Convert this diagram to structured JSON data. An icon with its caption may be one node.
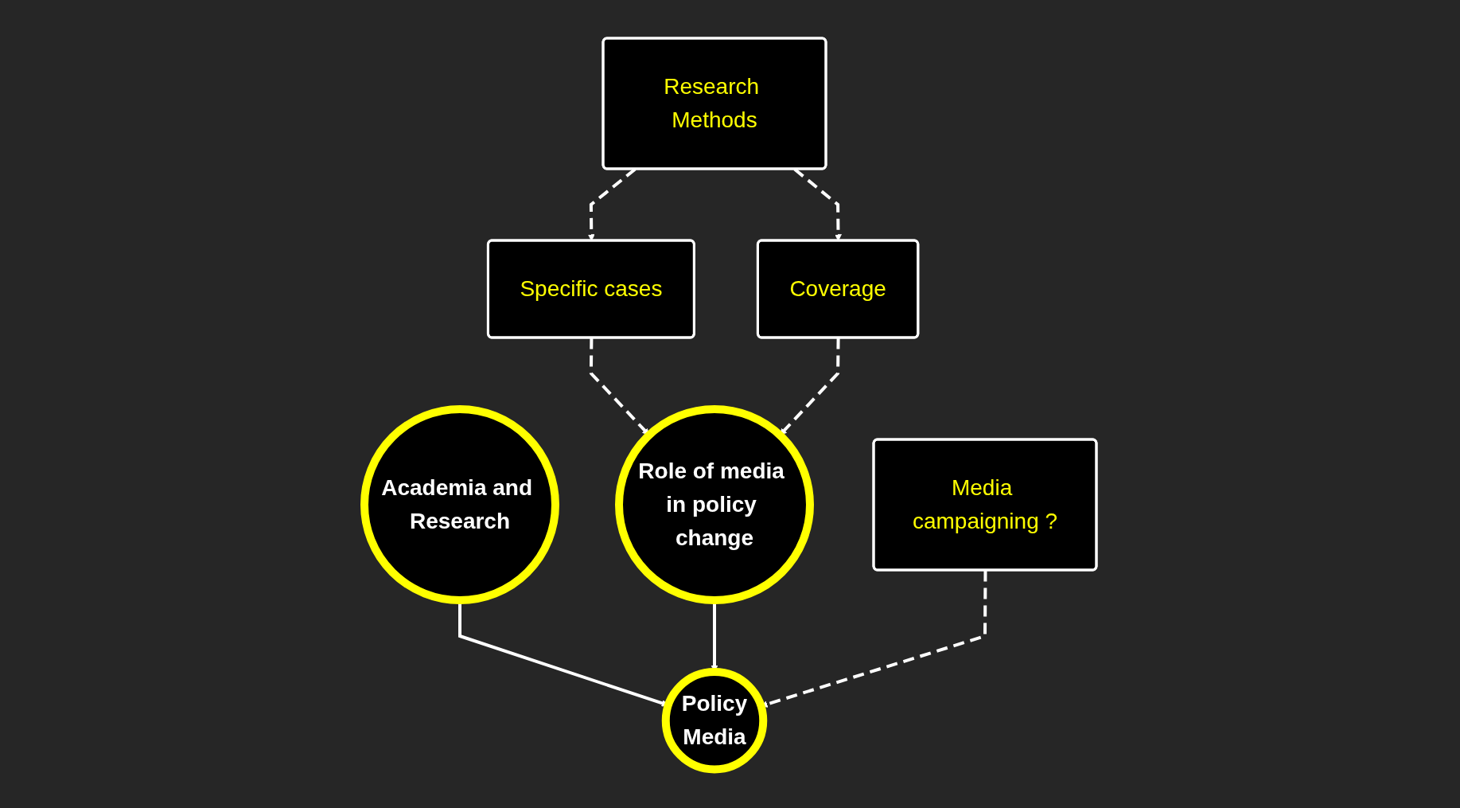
{
  "diagram": {
    "nodes": [
      {
        "text": [
          "Academia and Research"
        ]
      },
      {
        "text": [
          "Role of media in policy change"
        ]
      },
      {
        "text": [
          "Policy",
          "Media"
        ]
      },
      {
        "text": [
          "Specific cases"
        ]
      },
      {
        "text": [
          "Coverage"
        ]
      },
      {
        "text": [
          "Media campaigning ?"
        ]
      },
      {
        "text": [
          "Research Methods"
        ]
      }
    ],
    "edges": [
      {
        "from": 0,
        "to": 2,
        "arrow": "to"
      },
      {
        "from": 1,
        "to": 2,
        "arrow": "to"
      },
      {
        "from": 5,
        "to": 2,
        "arrow": "to",
        "style": "dashed"
      },
      {
        "from": 3,
        "to": 1,
        "arrow": "to",
        "style": "dashed"
      },
      {
        "from": 4,
        "to": 1,
        "arrow": "to",
        "style": "dashed"
      },
      {
        "from": 6,
        "to": 3,
        "arrow": "to",
        "style": "dashed"
      },
      {
        "from": 6,
        "to": 4,
        "arrow": "to",
        "style": "dashed"
      }
    ]
  }
}
